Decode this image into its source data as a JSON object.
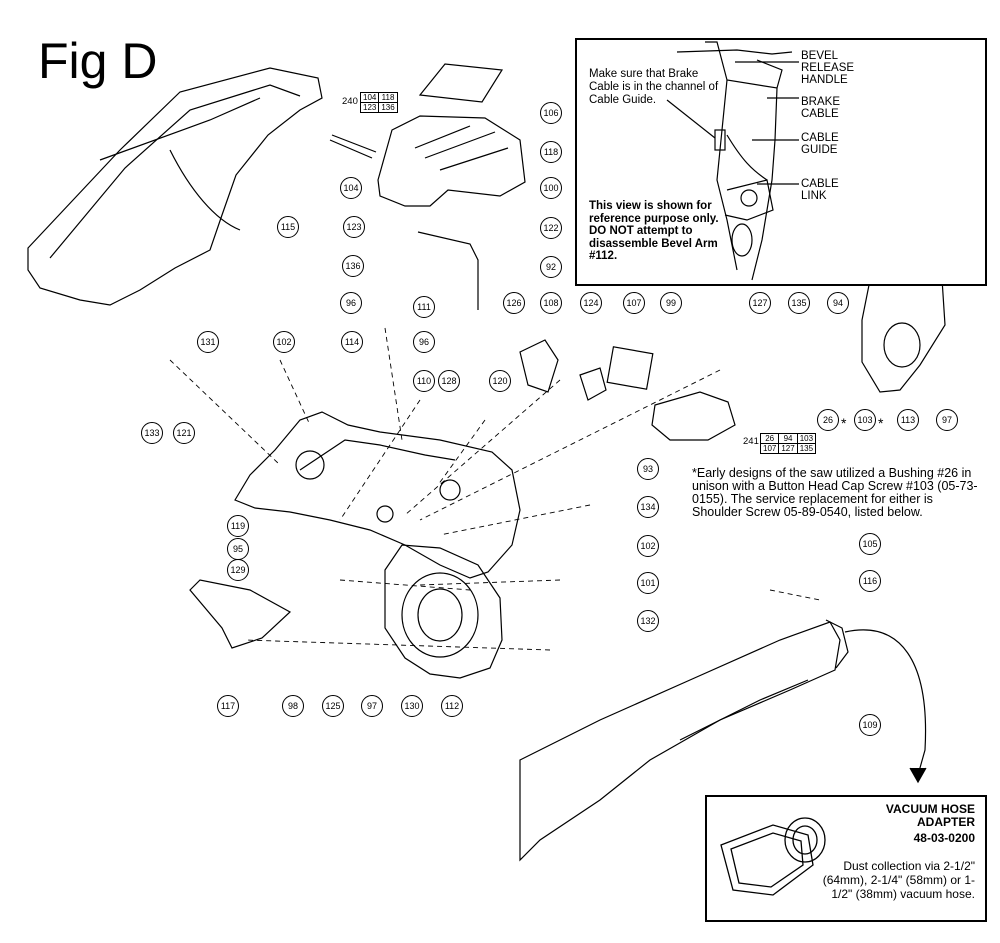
{
  "figure": {
    "title": "Fig D"
  },
  "inset": {
    "note_top": "Make sure that Brake Cable is in the channel of Cable Guide.",
    "note_bottom": "This view is shown for reference purpose only. DO NOT attempt to disassemble Bevel Arm #112.",
    "labels": [
      "BEVEL RELEASE HANDLE",
      "BRAKE CABLE",
      "CABLE GUIDE",
      "CABLE LINK"
    ]
  },
  "kits": [
    {
      "number": "240",
      "rows": [
        [
          "104",
          "118"
        ],
        [
          "123",
          "136"
        ]
      ]
    },
    {
      "number": "241",
      "rows": [
        [
          "26",
          "94",
          "103"
        ],
        [
          "107",
          "127",
          "135"
        ]
      ]
    }
  ],
  "footnote": "*Early designs of the saw utilized a Bushing #26 in unison with a Button Head Cap Screw #103 (05-73-0155). The service replacement for either is Shoulder Screw 05-89-0540, listed below.",
  "vacuum_adapter": {
    "title": "VACUUM HOSE ADAPTER",
    "part_number": "48-03-0200",
    "description": "Dust collection via 2-1/2\" (64mm), 2-1/4\" (58mm) or 1-1/2\" (38mm) vacuum hose."
  },
  "callouts": [
    "106",
    "118",
    "104",
    "100",
    "122",
    "92",
    "115",
    "123",
    "136",
    "96",
    "111",
    "114",
    "96",
    "110",
    "128",
    "120",
    "126",
    "108",
    "124",
    "107",
    "99",
    "127",
    "135",
    "94",
    "26",
    "103",
    "113",
    "97",
    "131",
    "133",
    "121",
    "102",
    "119",
    "95",
    "129",
    "93",
    "134",
    "102",
    "101",
    "132",
    "117",
    "98",
    "125",
    "97",
    "130",
    "112",
    "105",
    "116",
    "109"
  ],
  "asterisk": "*"
}
